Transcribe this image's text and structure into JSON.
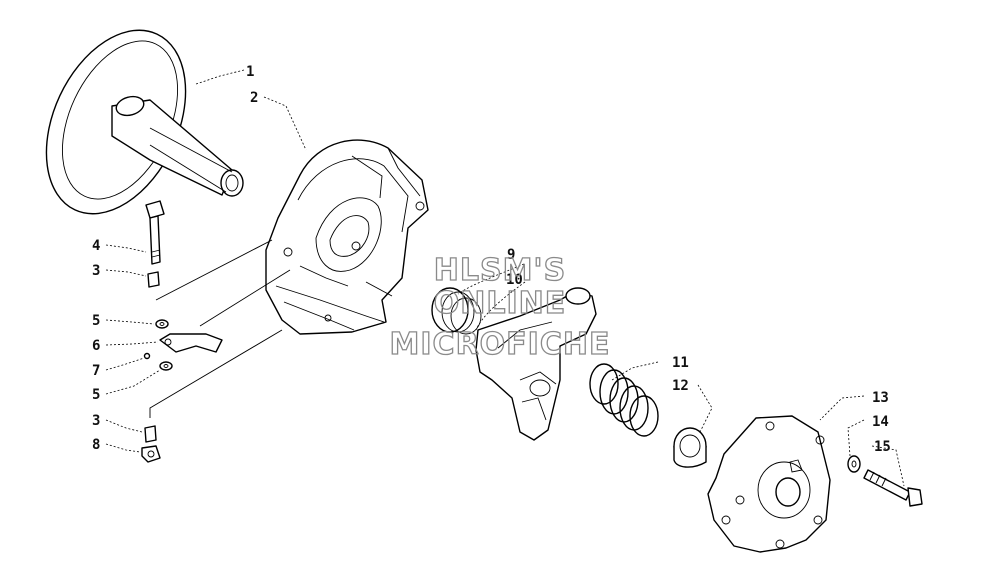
{
  "watermark": {
    "lines": [
      "HLSM'S",
      "ONLINE",
      "MICROFICHE"
    ],
    "color": "#8a8a8a"
  },
  "callouts": [
    {
      "id": "c1",
      "text": "1"
    },
    {
      "id": "c2",
      "text": "2"
    },
    {
      "id": "c4",
      "text": "4"
    },
    {
      "id": "c3a",
      "text": "3"
    },
    {
      "id": "c5a",
      "text": "5"
    },
    {
      "id": "c6",
      "text": "6"
    },
    {
      "id": "c7",
      "text": "7"
    },
    {
      "id": "c5b",
      "text": "5"
    },
    {
      "id": "c3b",
      "text": "3"
    },
    {
      "id": "c8",
      "text": "8"
    },
    {
      "id": "c9",
      "text": "9"
    },
    {
      "id": "c10",
      "text": "10"
    },
    {
      "id": "c11",
      "text": "11"
    },
    {
      "id": "c12",
      "text": "12"
    },
    {
      "id": "c13",
      "text": "13"
    },
    {
      "id": "c14",
      "text": "14"
    },
    {
      "id": "c15",
      "text": "15"
    }
  ]
}
